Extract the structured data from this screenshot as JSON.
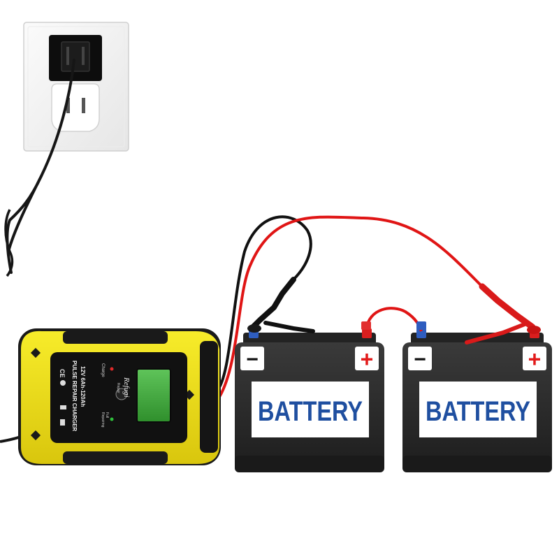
{
  "charger": {
    "brand": "Refugi",
    "model_line1": "12V 6Ah-120Ah",
    "model_line2": "PULSE REPAIR CHARGER",
    "side_label_left": "CE",
    "mode_labels": [
      "Charge",
      "Repair",
      "Full",
      "Repairing"
    ]
  },
  "battery_left": {
    "label": "BATTERY",
    "neg_sign": "−",
    "pos_sign": "+"
  },
  "battery_right": {
    "label": "BATTERY",
    "neg_sign": "−",
    "pos_sign": "+"
  },
  "colors": {
    "charger_yellow": "#f2e21a",
    "charger_dark": "#1c1c1c",
    "battery_body": "#2b2b2b",
    "battery_label_text": "#1f4fa0",
    "cable_red": "#e01515",
    "cable_black": "#111111",
    "plus_red": "#e21b1b",
    "lcd_green": "#3fae3a"
  }
}
